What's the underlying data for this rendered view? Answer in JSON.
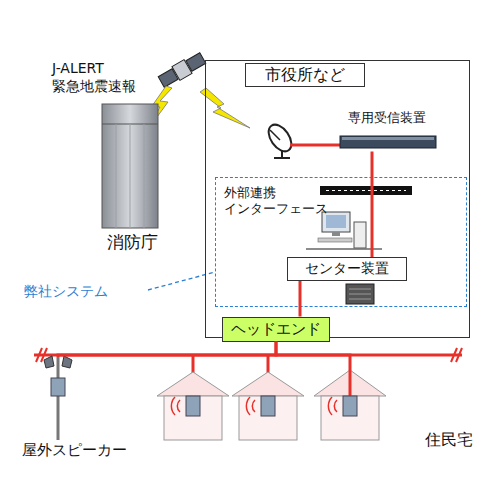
{
  "diagram": {
    "nodes": [
      {
        "text": [
          "消防庁"
        ]
      },
      {
        "text": [
          "市役所など"
        ]
      },
      {
        "text": [
          "専用受信装置"
        ],
        "in": 1
      },
      {
        "text": [
          "弊社システム"
        ],
        "in": 1
      },
      {
        "text": [
          "外部連携 インターフェース"
        ],
        "in": 3
      },
      {
        "text": [
          "センター装置"
        ],
        "in": 3
      },
      {
        "text": [
          "ヘッドエンド"
        ],
        "in": 1
      },
      {
        "text": [
          "屋外スピーカー"
        ]
      },
      {
        "text": [
          "住民宅"
        ]
      }
    ],
    "edges": [
      {
        "from": 2,
        "to": 5,
        "arrow": "none"
      },
      {
        "from": 5,
        "to": 6,
        "arrow": "none"
      },
      {
        "from": 6,
        "to": 7,
        "arrow": "none"
      },
      {
        "from": 6,
        "to": 8,
        "arrow": "none"
      }
    ],
    "labels": [
      "J-ALERT 緊急地震速報"
    ]
  }
}
